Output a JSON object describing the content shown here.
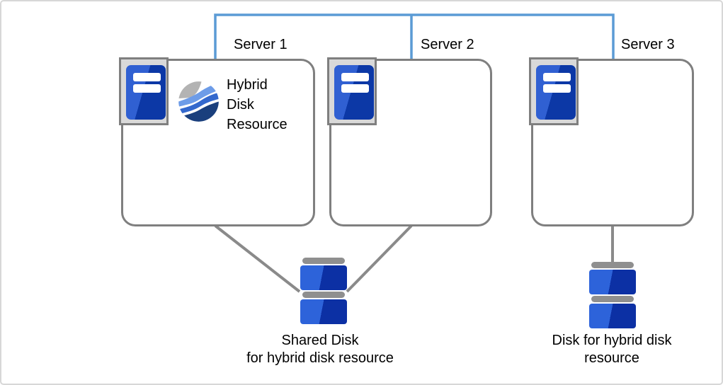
{
  "diagram": {
    "type": "cluster-architecture",
    "colors": {
      "network_line": "#5b9bd5",
      "connector_line": "#8a8a8a",
      "box_border": "#7f7f7f",
      "server_icon_blue_light": "#3060d2",
      "server_icon_blue_dark": "#0c38a6",
      "disk_blue_light": "#2d63da",
      "disk_blue_dark": "#0c30a4",
      "disk_cap_gray": "#8f8f8f",
      "hybrid_icon_gray": "#b3b3b3",
      "hybrid_icon_blue_light": "#6d9ce8",
      "hybrid_icon_blue_mid": "#3368cd",
      "hybrid_icon_navy": "#1a3f7d"
    },
    "servers": [
      {
        "label": "Server 1",
        "resource": "Hybrid Disk Resource"
      },
      {
        "label": "Server 2"
      },
      {
        "label": "Server 3"
      }
    ],
    "disks": {
      "shared": {
        "caption": "Shared Disk\nfor hybrid disk resource"
      },
      "hybrid": {
        "caption": "Disk for hybrid disk\nresource"
      }
    }
  }
}
